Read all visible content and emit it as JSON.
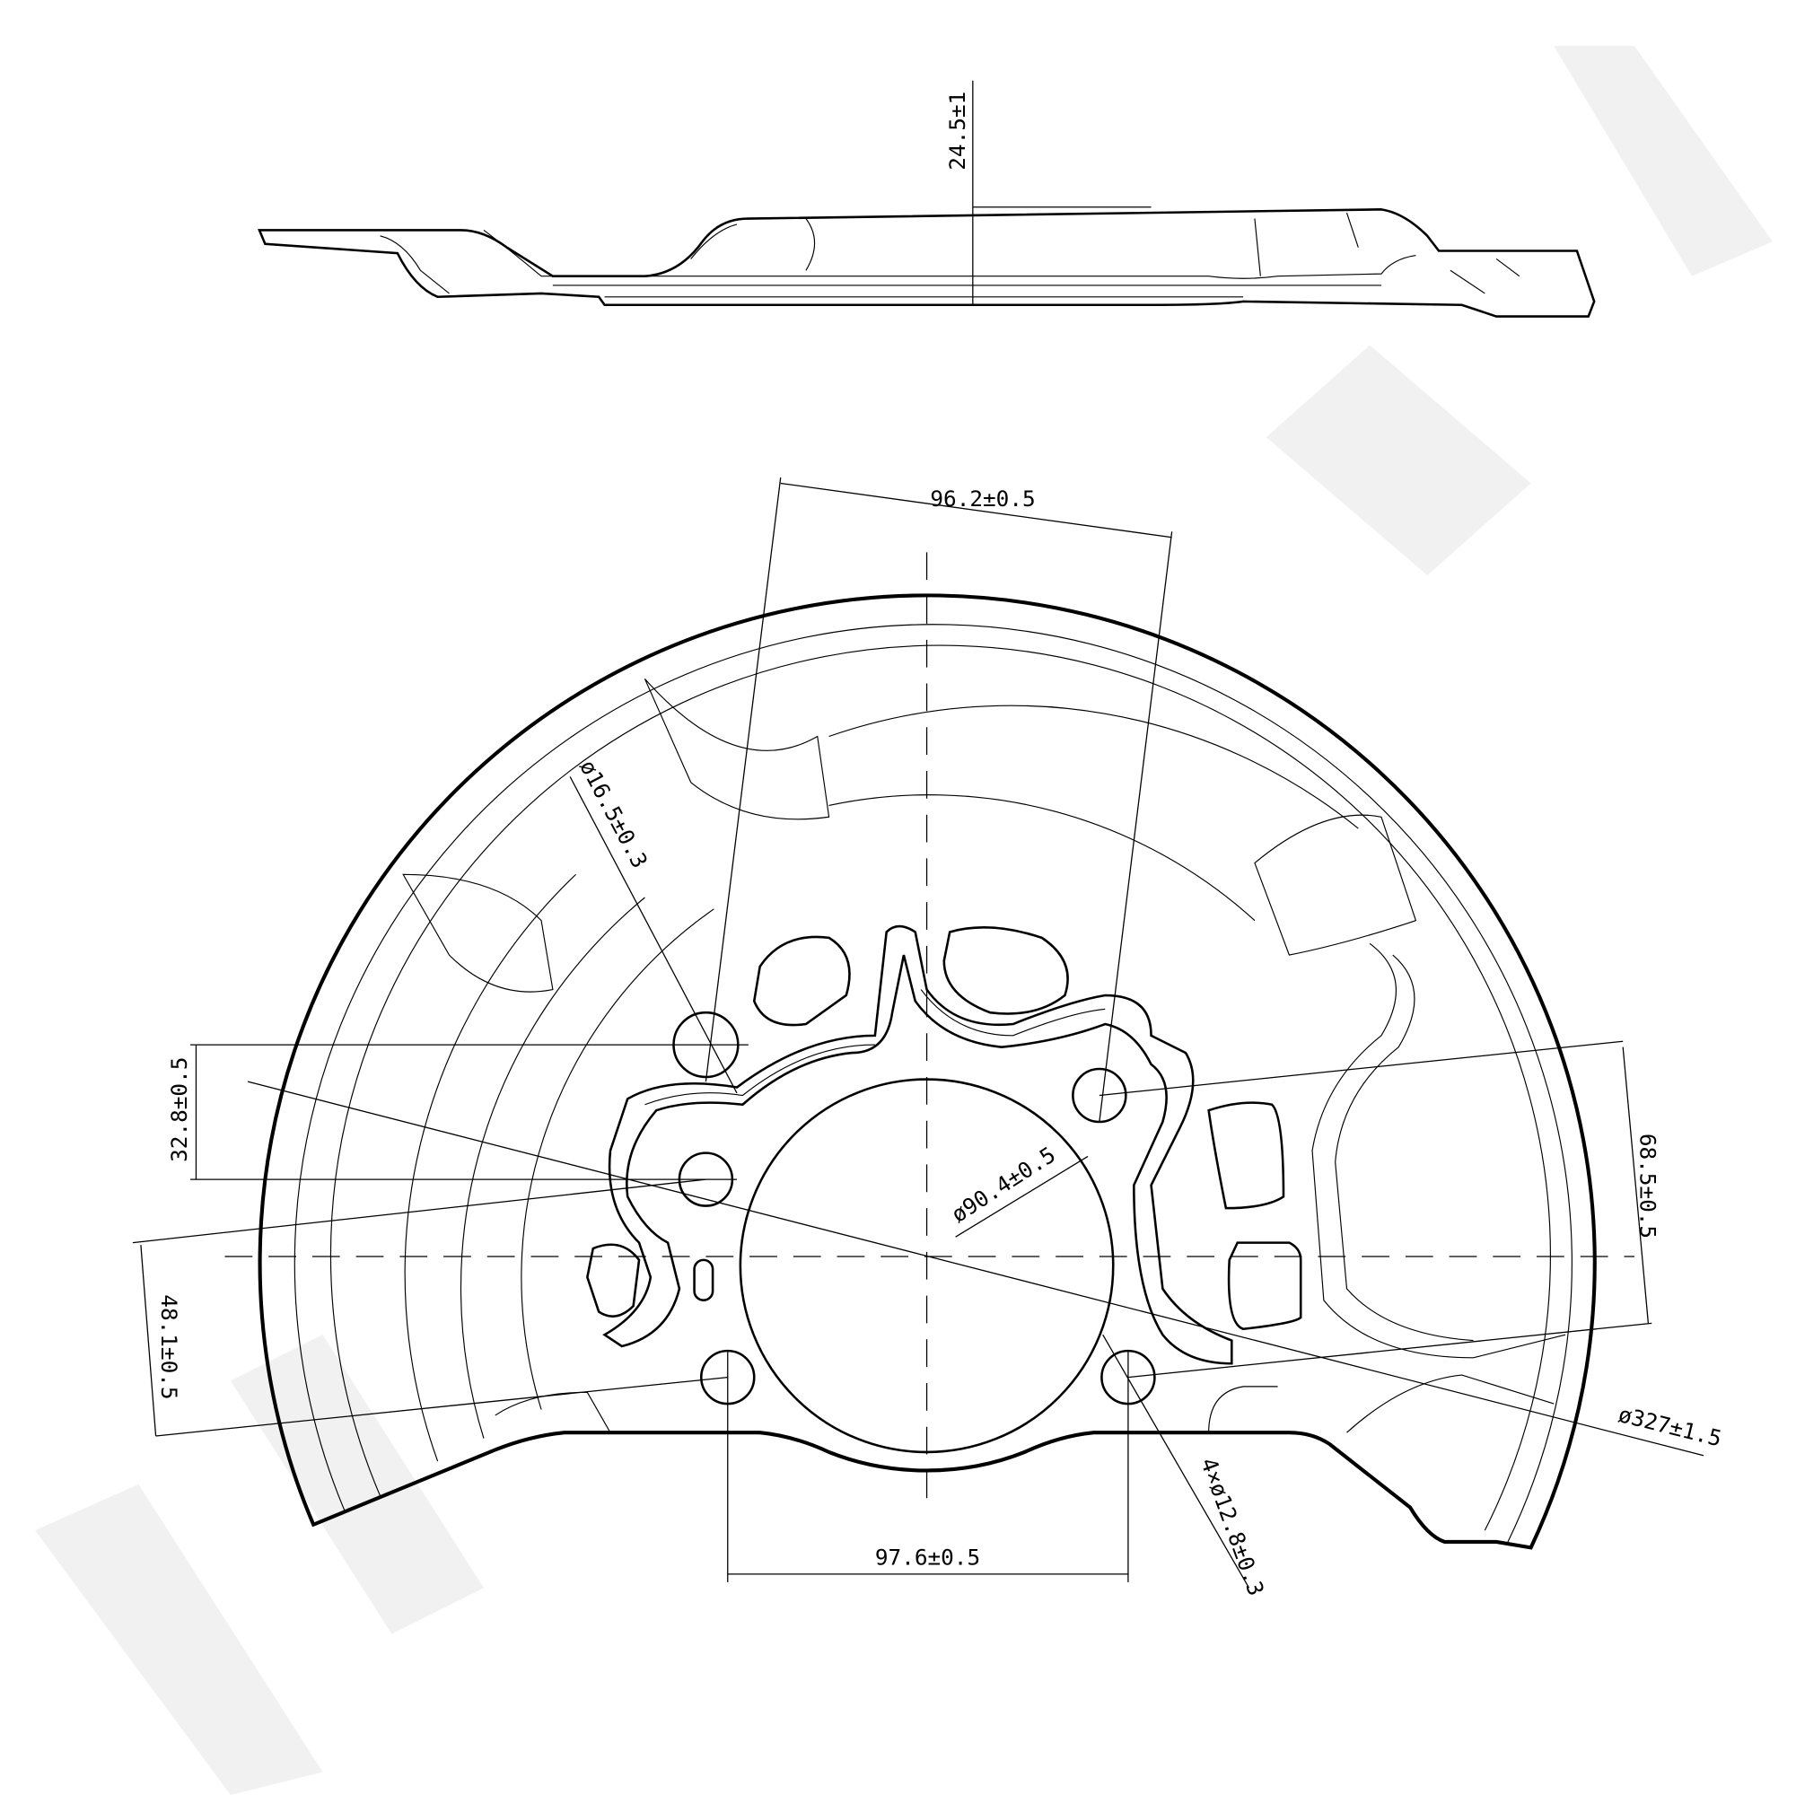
{
  "drawing": {
    "side_view": {
      "height_dim": "24.5±1"
    },
    "front_view": {
      "dims": {
        "top_bolt_span": "96.2±0.5",
        "small_hole_dia": "ø16.5±0.3",
        "left_vertical_offset": "32.8±0.5",
        "left_lower_offset": "48.1±0.5",
        "center_bore_dia": "ø90.4±0.5",
        "right_vertical_offset": "68.5±0.5",
        "outer_dia": "ø327±1.5",
        "bolt_holes": "4×ø12.8±0.3",
        "bottom_bolt_span": "97.6±0.5"
      }
    }
  }
}
